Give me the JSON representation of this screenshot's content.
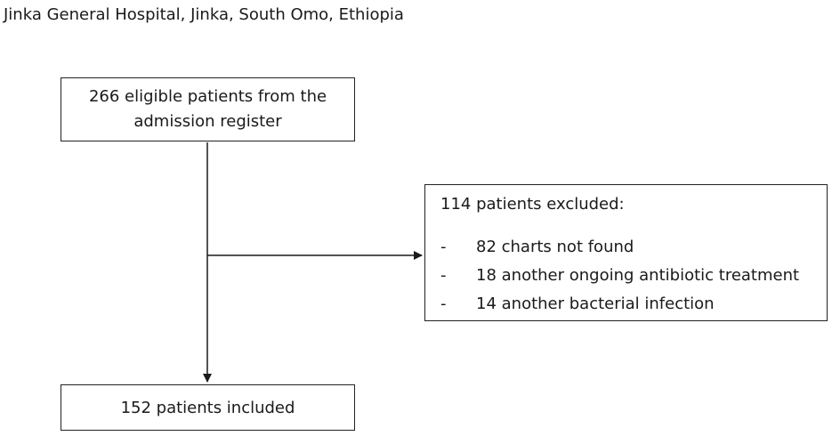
{
  "caption": "Jinka General Hospital, Jinka, South Omo, Ethiopia",
  "top_box": {
    "line1": "266 eligible patients from the",
    "line2": "admission register"
  },
  "exclusion_box": {
    "title": "114 patients excluded:",
    "items": [
      {
        "bullet": "-",
        "text": "82 charts not found"
      },
      {
        "bullet": "-",
        "text": "18 another ongoing antibiotic treatment"
      },
      {
        "bullet": "-",
        "text": "14 another bacterial infection"
      }
    ]
  },
  "bottom_box": {
    "label": "152 patients included"
  },
  "colors": {
    "line": "#1a1a1a",
    "border": "#222222",
    "background": "#ffffff"
  }
}
